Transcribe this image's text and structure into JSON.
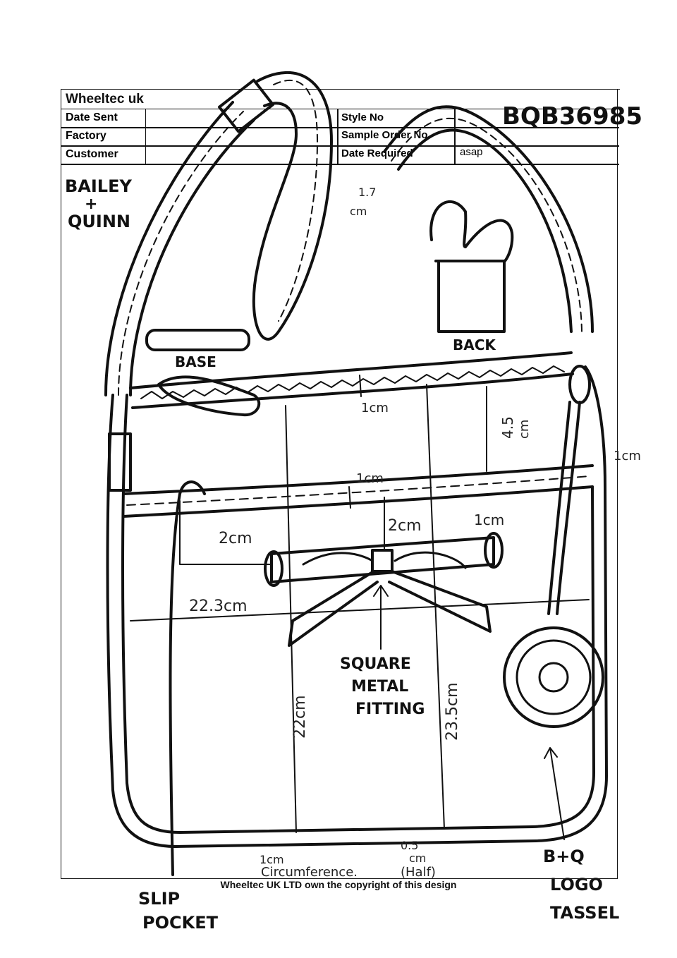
{
  "header": {
    "company": "Wheeltec uk",
    "date_sent_label": "Date Sent",
    "factory_label": "Factory",
    "customer_label": "Customer",
    "style_no_label": "Style No",
    "sample_order_no_label": "Sample Order No",
    "date_required_label": "Date Required",
    "date_required_value": "asap",
    "style_no_value": "BQB36985"
  },
  "brand_note": {
    "line1": "BAILEY",
    "line2": "+",
    "line3": "QUINN"
  },
  "annotations": {
    "strap_width": "1.7",
    "strap_width_unit": "cm",
    "base": "BASE",
    "back": "BACK",
    "zip_gap": "1cm",
    "panel_height_1": "4.5",
    "panel_height_1_unit": "cm",
    "side_gap": "1cm",
    "band_width": "1cm",
    "pocket_offset": "2cm",
    "bow_drop": "2cm",
    "tab_width": "1cm",
    "width": "22.3cm",
    "height_left": "22cm",
    "height_right": "23.5cm",
    "fitting_line1": "SQUARE",
    "fitting_line2": "METAL",
    "fitting_line3": "FITTING",
    "bottom_gap": "1cm",
    "circumference": "Circumference.",
    "bottom_trim": "0.5",
    "bottom_trim_unit": "cm",
    "bottom_trim_note": "(Half)",
    "slip_line1": "SLIP",
    "slip_line2": "POCKET",
    "tassel_line1": "B+Q",
    "tassel_line2": "LOGO",
    "tassel_line3": "TASSEL"
  },
  "footer": "Wheeltec UK LTD own the copyright of this design"
}
